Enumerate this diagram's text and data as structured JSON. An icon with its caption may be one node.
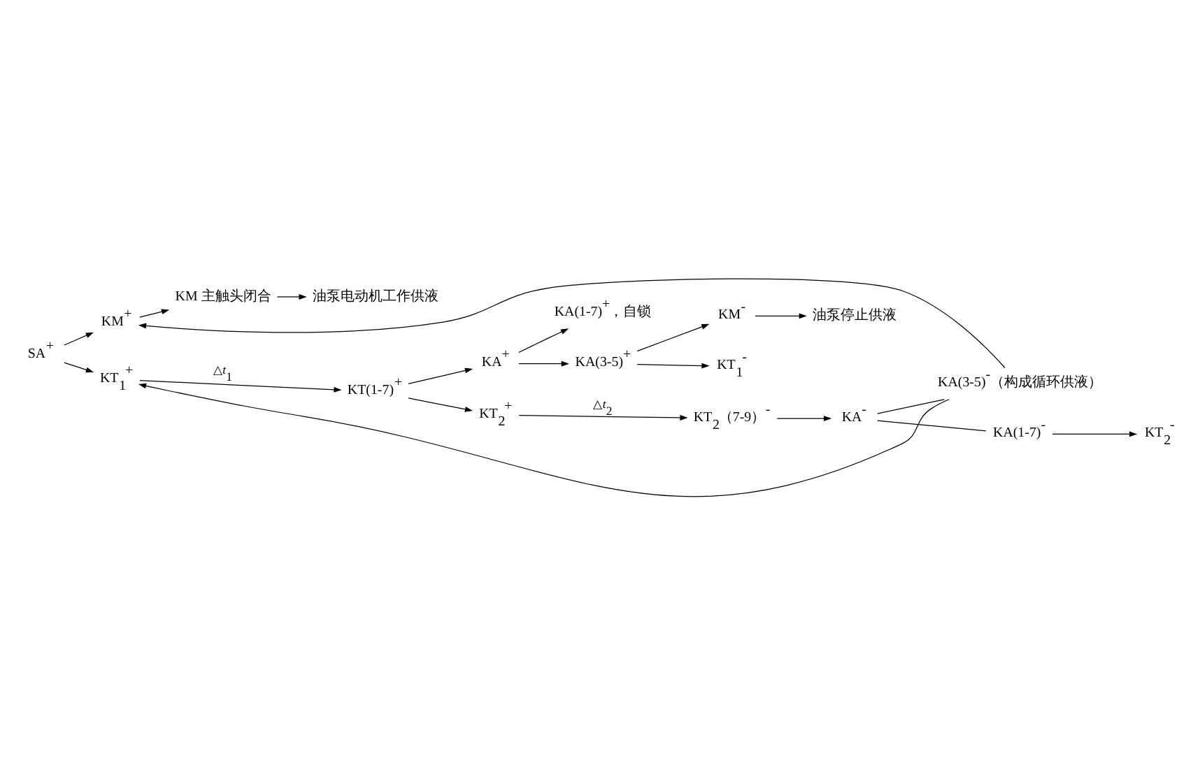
{
  "diagram": {
    "nodes": [
      {
        "text": [
          "SA$^{+}$"
        ]
      },
      {
        "text": [
          "KM$^{+}$"
        ]
      },
      {
        "text": [
          "KM 主触头闭合"
        ]
      },
      {
        "text": [
          "油泵电动机工作供液"
        ]
      },
      {
        "text": [
          "KT$_{1}$$^{+}$"
        ]
      },
      {
        "text": [
          "KT(1-7)$^{+}$"
        ]
      },
      {
        "text": [
          "KA$^{+}$"
        ]
      },
      {
        "text": [
          "KA(1-7)$^{+}$，自锁"
        ]
      },
      {
        "text": [
          "KA(3-5)$^{+}$"
        ]
      },
      {
        "text": [
          "KM$^{-}$"
        ]
      },
      {
        "text": [
          "油泵停止供液"
        ]
      },
      {
        "text": [
          "KT$_{1}$$^{-}$"
        ]
      },
      {
        "text": [
          "KT$_{2}$$^{+}$"
        ]
      },
      {
        "text": [
          "KT$_{2}$（7-9）$^{-}$"
        ]
      },
      {
        "text": [
          "KA$^{-}$"
        ]
      },
      {
        "text": [
          "KA(1-7)$^{-}$"
        ]
      },
      {
        "text": [
          "KT$_{2}$$^{-}$"
        ]
      },
      {
        "text": [
          "KA(3-5)$^{-}$（构成循环供液）"
        ]
      }
    ],
    "edges": [
      {
        "from": 0,
        "to": 1,
        "arrow": "to"
      },
      {
        "from": 0,
        "to": 4,
        "arrow": "to"
      },
      {
        "from": 17,
        "to": 1,
        "arrow": "to"
      },
      {
        "from": 17,
        "to": 4,
        "arrow": "to"
      },
      {
        "from": 1,
        "to": 2,
        "arrow": "to"
      },
      {
        "from": 2,
        "to": 3,
        "arrow": "to"
      },
      {
        "from": 4,
        "to": 5,
        "arrow": "to",
        "label": "△*t*$_{1}$"
      },
      {
        "from": 5,
        "to": 6,
        "arrow": "to"
      },
      {
        "from": 5,
        "to": 12,
        "arrow": "to"
      },
      {
        "from": 6,
        "to": 7,
        "arrow": "to"
      },
      {
        "from": 6,
        "to": 8,
        "arrow": "to"
      },
      {
        "from": 8,
        "to": 9,
        "arrow": "to"
      },
      {
        "from": 8,
        "to": 11,
        "arrow": "to"
      },
      {
        "from": 9,
        "to": 10,
        "arrow": "to"
      },
      {
        "from": 12,
        "to": 13,
        "arrow": "to",
        "label": "△*t*$_{2}$"
      },
      {
        "from": 13,
        "to": 14,
        "arrow": "to"
      },
      {
        "from": 14,
        "to": 15,
        "arrow": "none"
      },
      {
        "from": 14,
        "to": 17,
        "arrow": "none"
      },
      {
        "from": 15,
        "to": 16,
        "arrow": "to"
      }
    ]
  }
}
